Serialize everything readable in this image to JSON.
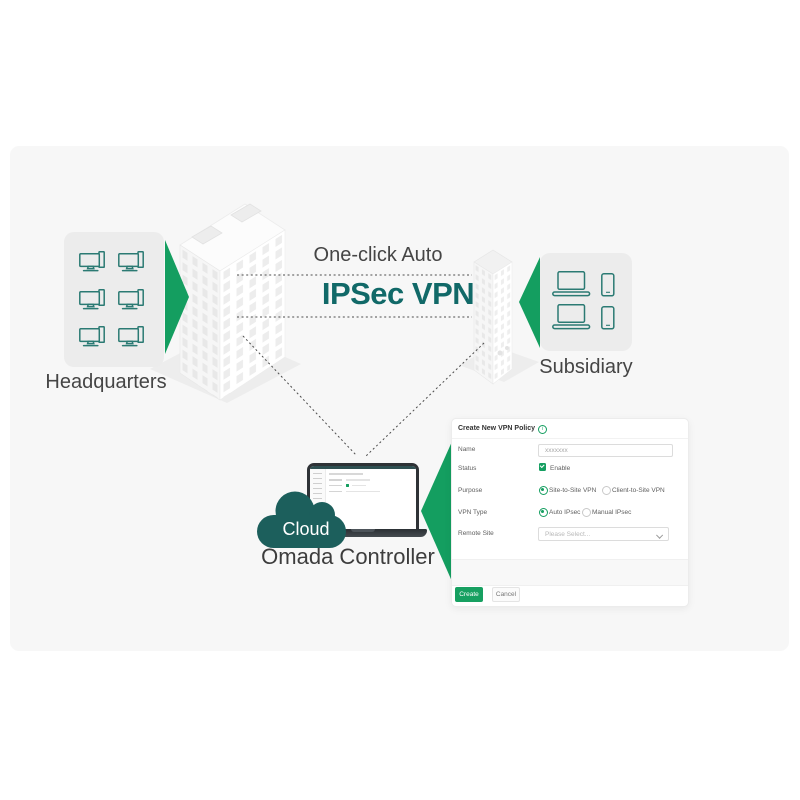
{
  "colors": {
    "brand_green": "#149e60",
    "cloud_teal": "#1c5f5c",
    "headline_teal": "#116968",
    "device_icon_teal": "#2b7a73",
    "stage_gray": "#f7f7f7"
  },
  "diagram": {
    "vpn_caption": "One-click Auto",
    "vpn_title": "IPSec VPN",
    "headquarters_label": "Headquarters",
    "subsidiary_label": "Subsidiary",
    "cloud_badge": "Cloud",
    "controller_label": "Omada Controller"
  },
  "form": {
    "title": "Create New VPN Policy",
    "info_icon": "i",
    "name_label": "Name",
    "name_value": "xxxxxxx",
    "status_label": "Status",
    "status_option": "Enable",
    "purpose_label": "Purpose",
    "purpose_options": [
      "Site-to-Site VPN",
      "Client-to-Site VPN"
    ],
    "vpn_type_label": "VPN Type",
    "vpn_type_options": [
      "Auto IPsec",
      "Manual IPsec"
    ],
    "remote_site_label": "Remote Site",
    "remote_site_placeholder": "Please Select...",
    "create_label": "Create",
    "cancel_label": "Cancel"
  }
}
